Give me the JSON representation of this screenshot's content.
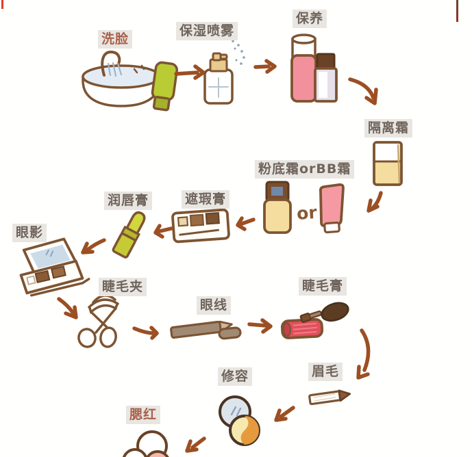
{
  "title": "makeup-routine-flowchart",
  "palette": {
    "background": "#ffffff",
    "label_bg": "#e9e6e2",
    "label_text": "#6f645c",
    "label_text_accent": "#a8604a",
    "outline_brown": "#7d5432",
    "arrow_brown": "#9c4f23",
    "pink_bottle": "#f2919b",
    "yellow_bottle": "#f4dd9e",
    "green_tube": "#b9cc33",
    "mascara_red": "#e2505c",
    "contour_orange": "#e59b3d",
    "mirror_blue": "#dde4ec",
    "red_mark": "#e03b2f"
  },
  "steps": [
    {
      "id": "wash-face",
      "label": "洗脸"
    },
    {
      "id": "moisturizing-spray",
      "label": "保湿喷雾"
    },
    {
      "id": "skincare",
      "label": "保养"
    },
    {
      "id": "primer",
      "label": "隔离霜"
    },
    {
      "id": "foundation-or-bb",
      "label": "粉底霜orBB霜",
      "or_label": "or"
    },
    {
      "id": "concealer",
      "label": "遮瑕膏"
    },
    {
      "id": "lip-balm",
      "label": "润唇膏"
    },
    {
      "id": "eyeshadow",
      "label": "眼影"
    },
    {
      "id": "eyelash-curler",
      "label": "睫毛夹"
    },
    {
      "id": "eyeliner",
      "label": "眼线"
    },
    {
      "id": "mascara",
      "label": "睫毛膏"
    },
    {
      "id": "eyebrow",
      "label": "眉毛"
    },
    {
      "id": "contour",
      "label": "修容"
    },
    {
      "id": "blush",
      "label": "腮红"
    }
  ]
}
